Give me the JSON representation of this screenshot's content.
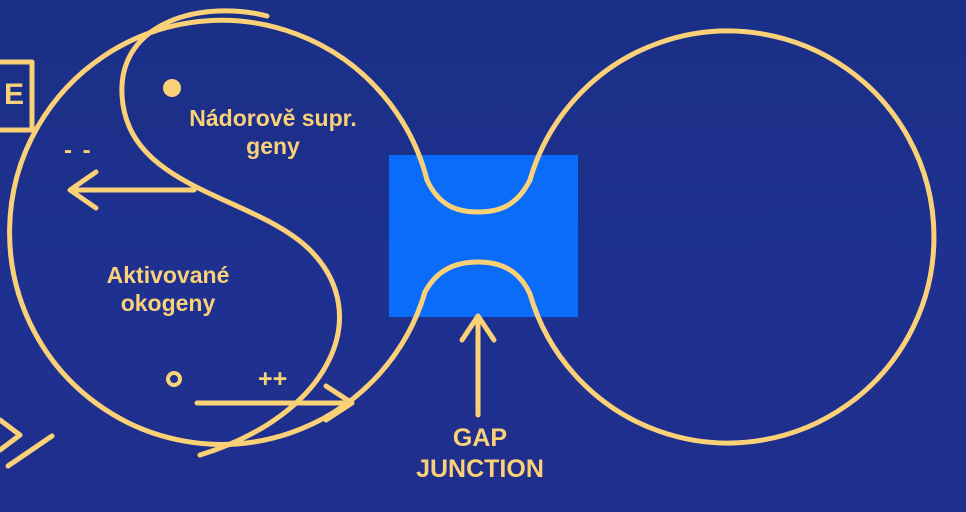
{
  "colors": {
    "background": "#1c2f8a",
    "stroke": "#fbd178",
    "junction_fill": "#0a6cf8"
  },
  "labels": {
    "tumor_suppressor_genes": "Nádorově supr.\ngeny",
    "activated_oncogenes": "Aktivované\nokogeny",
    "minus_signs": "- -",
    "plus_signs": "++",
    "gap_junction": "GAP\nJUNCTION",
    "left_edge_fragment": "E"
  }
}
